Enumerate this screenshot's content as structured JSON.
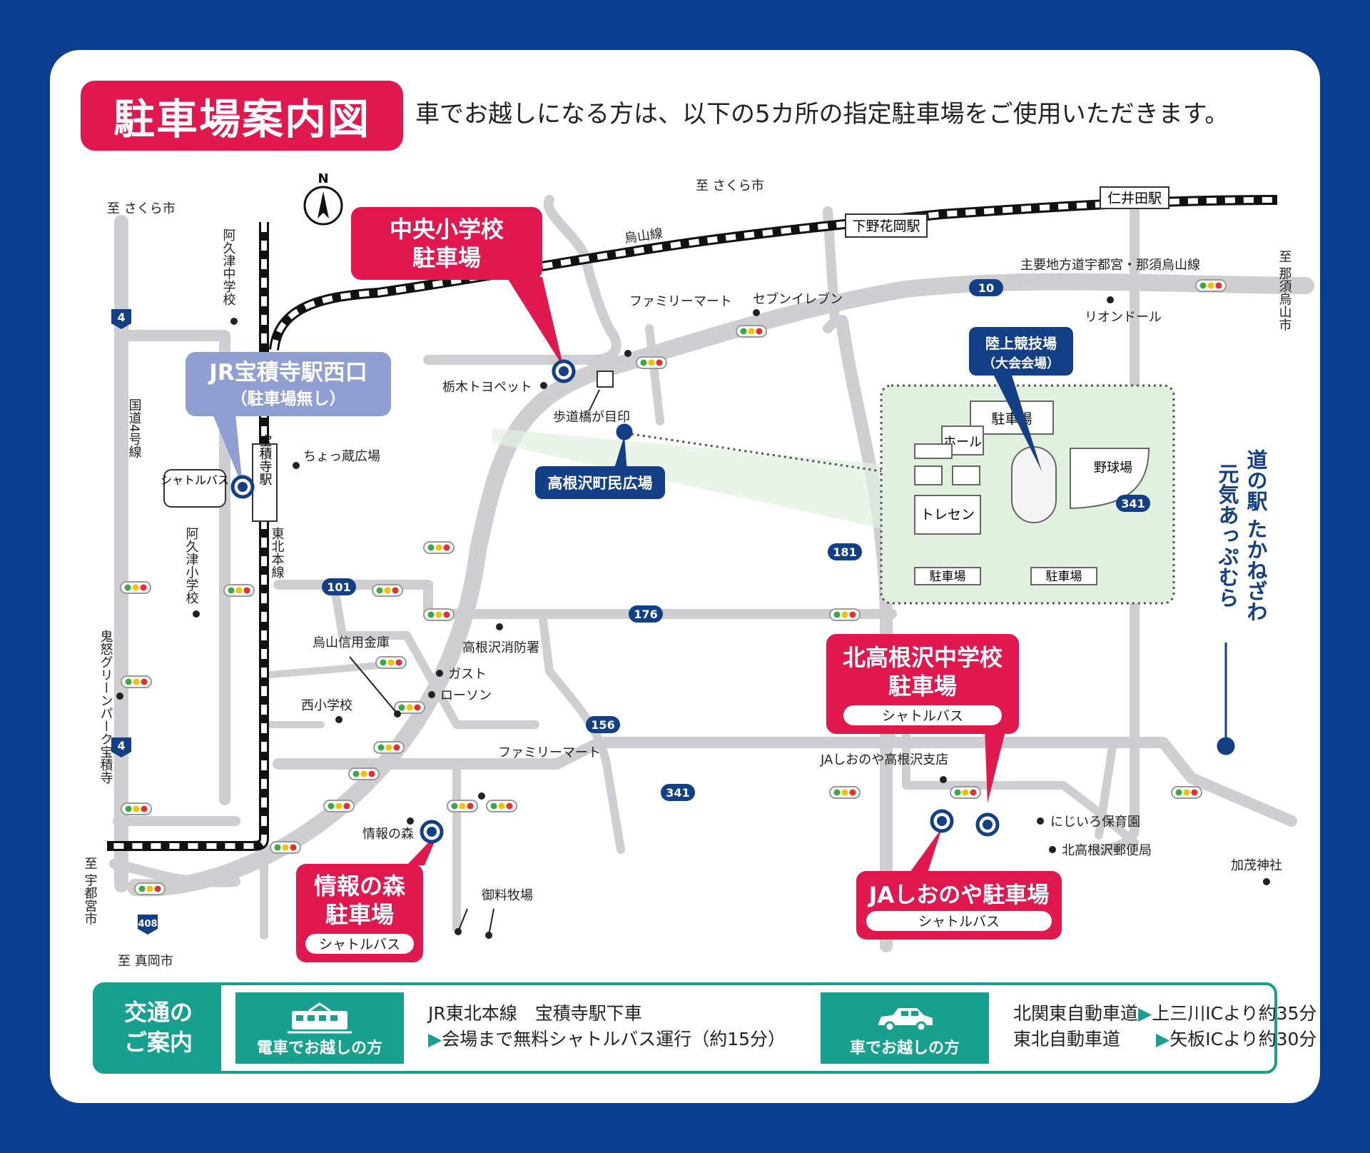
{
  "title": "駐車場案内図",
  "subtitle": "車でお越しになる方は、以下の5カ所の指定駐車場をご使用いただきます。",
  "compass": "N",
  "callouts": {
    "chuo": [
      "中央小学校",
      "駐車場"
    ],
    "jr_west": [
      "JR宝積寺駅西口",
      "（駐車場無し）"
    ],
    "kitatakanezawa": [
      "北高根沢中学校",
      "駐車場"
    ],
    "kitatakanezawa_shuttle": "シャトルバス",
    "joho": [
      "情報の森",
      "駐車場"
    ],
    "joho_shuttle": "シャトルバス",
    "ja": "JAしおのや駐車場",
    "ja_shuttle": "シャトルバス",
    "plaza": "高根沢町民広場",
    "stadium": [
      "陸上競技場",
      "（大会会場）"
    ],
    "roadside_station": [
      "道の駅 たかねざわ",
      "元気あっぷむら"
    ]
  },
  "venue": {
    "hall": "ホール",
    "parking_top": "駐車場",
    "baseball": "野球場",
    "training": "トレセン",
    "parking_bottom_left": "駐車場",
    "parking_bottom_right": "駐車場"
  },
  "stations": {
    "shimotsuke_hanaoka": "下野花岡駅",
    "nii": "仁井田駅",
    "hoshakuji": "宝積寺駅"
  },
  "lines": {
    "karasuyama": "烏山線",
    "tohoku": "東北本線",
    "route4": "国道4号線",
    "pref_road": "主要地方道宇都宮・那須烏山線"
  },
  "route_shields": [
    "4",
    "4",
    "10",
    "101",
    "176",
    "156",
    "181",
    "341",
    "341",
    "408"
  ],
  "destinations": {
    "sakura_left": "至 さくら市",
    "sakura_top": "至 さくら市",
    "nasu_karasuyama": "至 那須烏山市",
    "utsunomiya": "至 宇都宮市",
    "moka": "至 真岡市"
  },
  "landmarks": {
    "akutsu_jhs": "阿久津中学校",
    "akutsu_es": "阿久津小学校",
    "kinugawa": "鬼怒グリーンパーク宝積寺",
    "chozo": "ちょっ蔵広場",
    "shuttle_bus": "シャトルバス",
    "family_mart_1": "ファミリーマート",
    "seven_eleven": "セブンイレブン",
    "leon_dor": "リオンドール",
    "tochigi_toyopet": "栃木トヨペット",
    "footbridge": "歩道橋が目印",
    "karasuyama_shinkin": "烏山信用金庫",
    "fire_station": "高根沢消防署",
    "gusto": "ガスト",
    "lawson": "ローソン",
    "nishi_es": "西小学校",
    "family_mart_2": "ファミリーマート",
    "joho_forest": "情報の森",
    "goryo_farm": "御料牧場",
    "ja_branch": "JAしおのや高根沢支店",
    "nijiiro": "にじいろ保育園",
    "post_office": "北高根沢郵便局",
    "kamo_shrine": "加茂神社"
  },
  "traffic": {
    "heading": [
      "交通の",
      "ご案内"
    ],
    "train_label": "電車でお越しの方",
    "train_lines": [
      "JR東北本線　宝積寺駅下車",
      "会場まで無料シャトルバス運行（約15分）"
    ],
    "car_label": "車でお越しの方",
    "car_lines": [
      "北関東自動車道",
      "上三川ICより約35分",
      "東北自動車道",
      "矢板ICより約30分"
    ]
  },
  "colors": {
    "frame": "#0a3f8f",
    "red": "#e0184e",
    "navy": "#123f86",
    "lavender": "#8f9fd2",
    "road": "#cfcfd2",
    "venue_bg": "#e2f0e0",
    "teal": "#17a08e"
  }
}
